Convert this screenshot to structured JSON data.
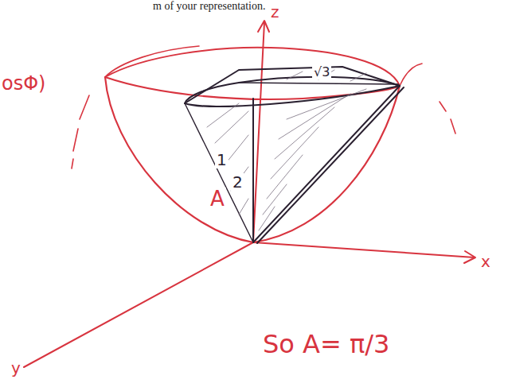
{
  "diagram": {
    "labels": [
      "m of your representation.",
      "osΦ)",
      "z",
      "x",
      "y",
      "√3",
      "1",
      "2",
      "A",
      "So A= π/3"
    ]
  }
}
